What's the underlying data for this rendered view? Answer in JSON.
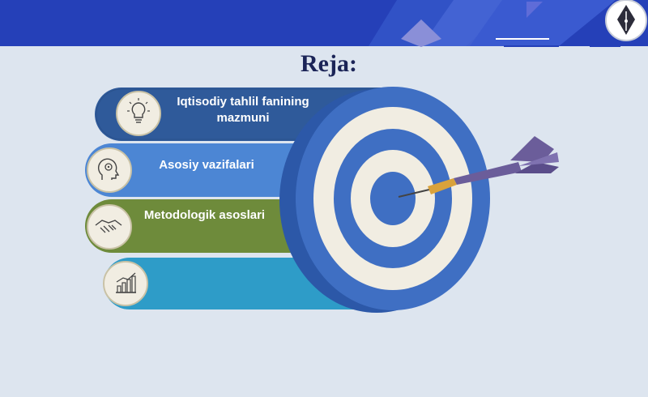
{
  "title": "Reja:",
  "items": [
    {
      "label": "Iqtisodiy tahlil fanining mazmuni",
      "icon": "lightbulb-icon",
      "color": "#2f5a9a"
    },
    {
      "label": "Asosiy vazifalari",
      "icon": "head-gear-icon",
      "color": "#4c86d4"
    },
    {
      "label": "Metodologik asoslari",
      "icon": "handshake-icon",
      "color": "#6e8b3b"
    },
    {
      "label": "",
      "icon": "bar-chart-icon",
      "color": "#2e9cc8"
    }
  ],
  "colors": {
    "header": "#2540b8",
    "background": "#dde5ef",
    "target_blue": "#3f6fc3",
    "target_cream": "#f1ede2",
    "dart": "#6b5d9a"
  },
  "logo": "fountain-pen-logo"
}
